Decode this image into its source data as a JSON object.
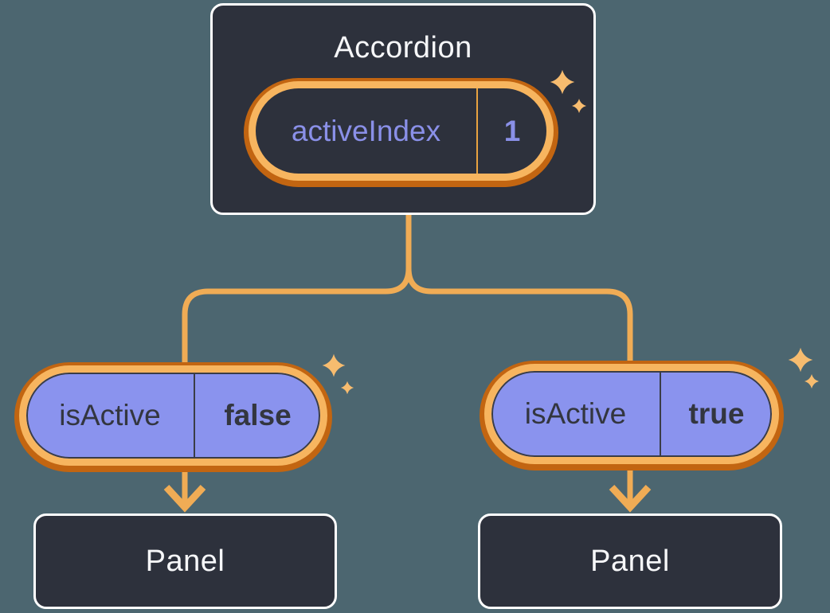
{
  "diagram": {
    "root": {
      "title": "Accordion",
      "pill": {
        "label": "activeIndex",
        "value": "1"
      }
    },
    "left": {
      "pill": {
        "label": "isActive",
        "value": "false"
      },
      "panel": {
        "label": "Panel"
      }
    },
    "right": {
      "pill": {
        "label": "isActive",
        "value": "true"
      },
      "panel": {
        "label": "Panel"
      }
    }
  },
  "colors": {
    "background": "#4C6670",
    "box_fill": "#2D313C",
    "box_border": "#FFFFFF",
    "pill_ring_light": "#F7B55F",
    "pill_ring_dark": "#C26511",
    "pill_purple_fill": "#8A93EE",
    "text_light": "#F6F7F9",
    "text_dark": "#33363F",
    "text_purple": "#8A90E8",
    "connector_line": "#F0AC55",
    "sparkle": "#F7BC6F"
  }
}
